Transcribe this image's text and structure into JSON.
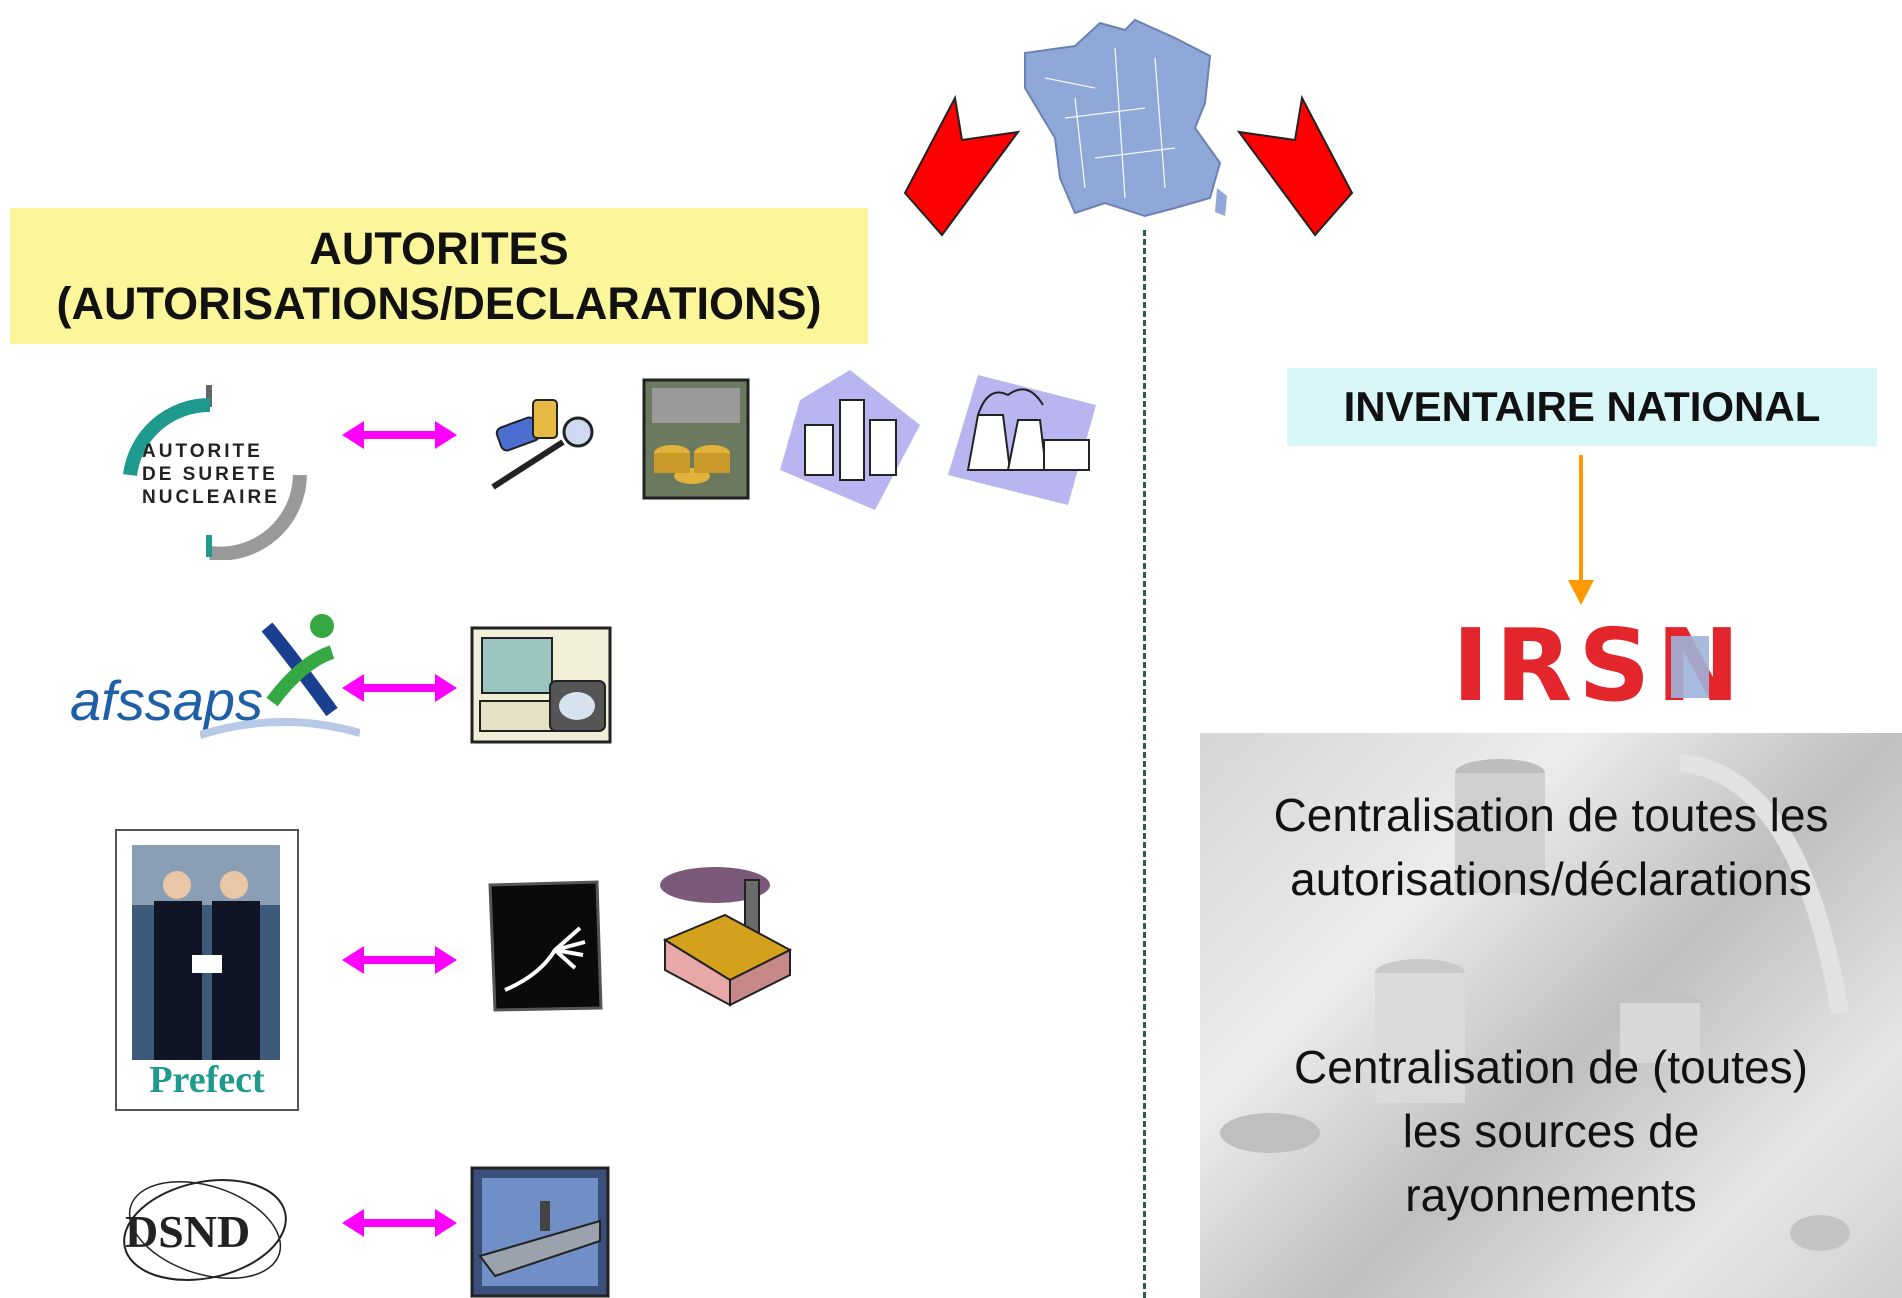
{
  "left_panel": {
    "title_line1": "AUTORITES",
    "title_line2": "(AUTORISATIONS/DECLARATIONS)"
  },
  "authorities": [
    {
      "name": "asn",
      "logo_lines": [
        "AUTORITE",
        "DE SURETE",
        "NUCLEAIRE"
      ],
      "icons": [
        "medical-syringe-icon",
        "industrial-barrels-icon",
        "laboratory-glassware-icon",
        "nuclear-power-plant-icon"
      ]
    },
    {
      "name": "afssaps",
      "logo_text": "afssaps",
      "icons": [
        "medical-scanner-icon"
      ]
    },
    {
      "name": "prefect",
      "logo_label": "Prefect",
      "icons": [
        "xray-hand-icon",
        "factory-icon"
      ]
    },
    {
      "name": "dsnd",
      "logo_text": "DSND",
      "icons": [
        "aircraft-carrier-icon"
      ]
    }
  ],
  "right_panel": {
    "inventory_title": "INVENTAIRE NATIONAL",
    "organization_logo": "IRSN",
    "statement1_line1": "Centralisation de toutes les",
    "statement1_line2": "autorisations/déclarations",
    "statement2_line1": "Centralisation de (toutes)",
    "statement2_line2": "les sources de",
    "statement2_line3": "rayonnements"
  },
  "colors": {
    "title_box": "#fcf69a",
    "inventory_box": "#d9f6f8",
    "double_arrow": "#ff00ff",
    "orange_arrow": "#ff9900",
    "red_chevron": "#ff0000",
    "map_fill": "#8fa8d8",
    "divider": "#2f5a4a"
  }
}
